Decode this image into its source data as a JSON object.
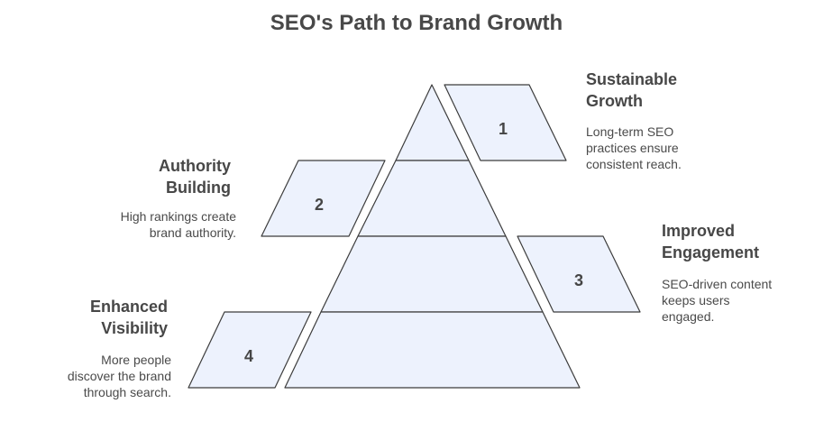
{
  "title": "SEO's Path to Brand Growth",
  "steps": [
    {
      "number": "1",
      "heading_line1": "Sustainable",
      "heading_line2": "Growth",
      "desc_line1": "Long-term SEO",
      "desc_line2": "practices ensure",
      "desc_line3": "consistent reach."
    },
    {
      "number": "2",
      "heading_line1": "Authority",
      "heading_line2": "Building",
      "desc_line1": "High rankings create",
      "desc_line2": "brand authority."
    },
    {
      "number": "3",
      "heading_line1": "Improved",
      "heading_line2": "Engagement",
      "desc_line1": "SEO-driven content",
      "desc_line2": "keeps users",
      "desc_line3": "engaged."
    },
    {
      "number": "4",
      "heading_line1": "Enhanced",
      "heading_line2": "Visibility",
      "desc_line1": "More people",
      "desc_line2": "discover the brand",
      "desc_line3": "through search."
    }
  ],
  "colors": {
    "fill": "#edf2fd",
    "stroke": "#3c3c3c",
    "text": "#454545"
  }
}
